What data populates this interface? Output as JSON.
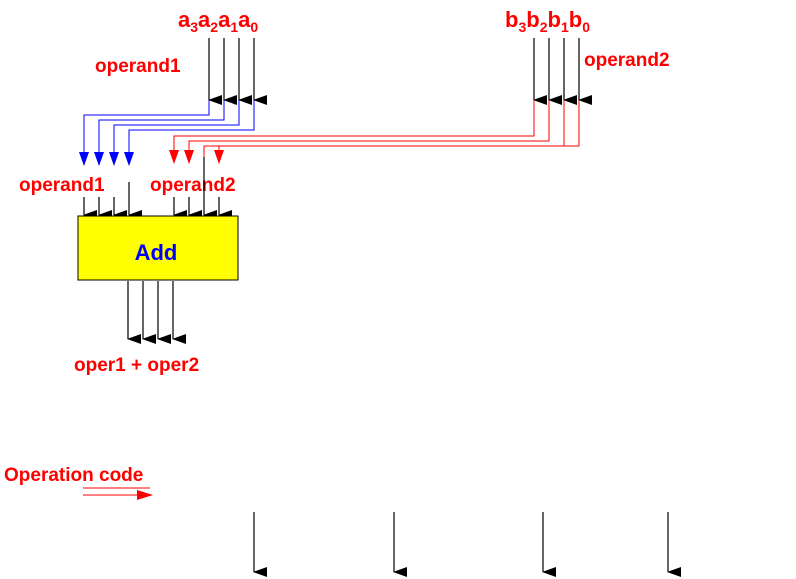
{
  "diagram": {
    "operand_a": {
      "letter": "a",
      "subscripts": [
        "3",
        "2",
        "1",
        "0"
      ]
    },
    "operand_b": {
      "letter": "b",
      "subscripts": [
        "3",
        "2",
        "1",
        "0"
      ]
    },
    "operand1_top_label": "operand1",
    "operand2_top_label": "operand2",
    "operand1_input_label": "operand1",
    "operand2_input_label": "operand2",
    "adder_label": "Add",
    "result_label": "oper1 + oper2",
    "opcode_label": "Operation code"
  },
  "colors": {
    "text_red": "#ff0000",
    "wire_blue": "#0000ff",
    "wire_red": "#ff0000",
    "wire_black": "#000000",
    "adder_fill": "#ffff00",
    "adder_text": "#0000ff"
  }
}
